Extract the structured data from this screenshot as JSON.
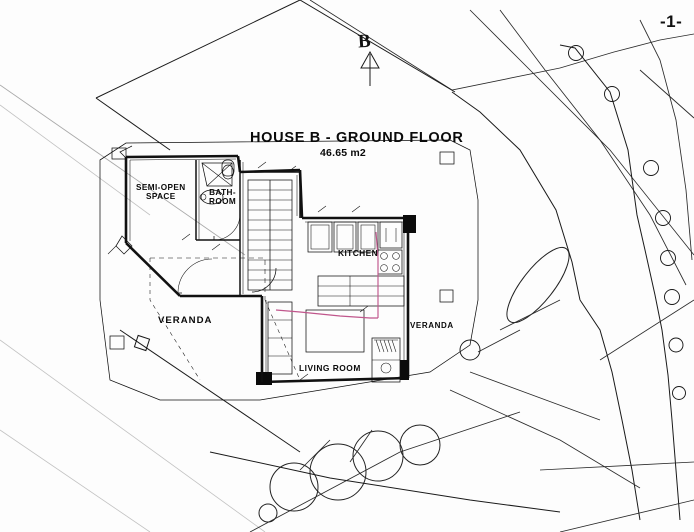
{
  "sheet": {
    "title": "HOUSE B - GROUND FLOOR",
    "area": "46.65 m2",
    "sheet_number": "-1-",
    "north_letter": "B"
  },
  "rooms": [
    {
      "id": "semi_open_space",
      "label": "SEMI-OPEN\nSPACE"
    },
    {
      "id": "bathroom",
      "label": "BATH-\nROOM"
    },
    {
      "id": "kitchen",
      "label": "KITCHEN"
    },
    {
      "id": "living_room",
      "label": "LIVING ROOM"
    },
    {
      "id": "veranda_left",
      "label": "VERANDA"
    },
    {
      "id": "veranda_right",
      "label": "VERANDA"
    }
  ],
  "colors": {
    "ink": "#111111",
    "paper": "#fdfdfd",
    "site_line": "#1a1a1a",
    "faint_line": "#9a9a9a",
    "magenta_overlay": "#c0568c"
  }
}
